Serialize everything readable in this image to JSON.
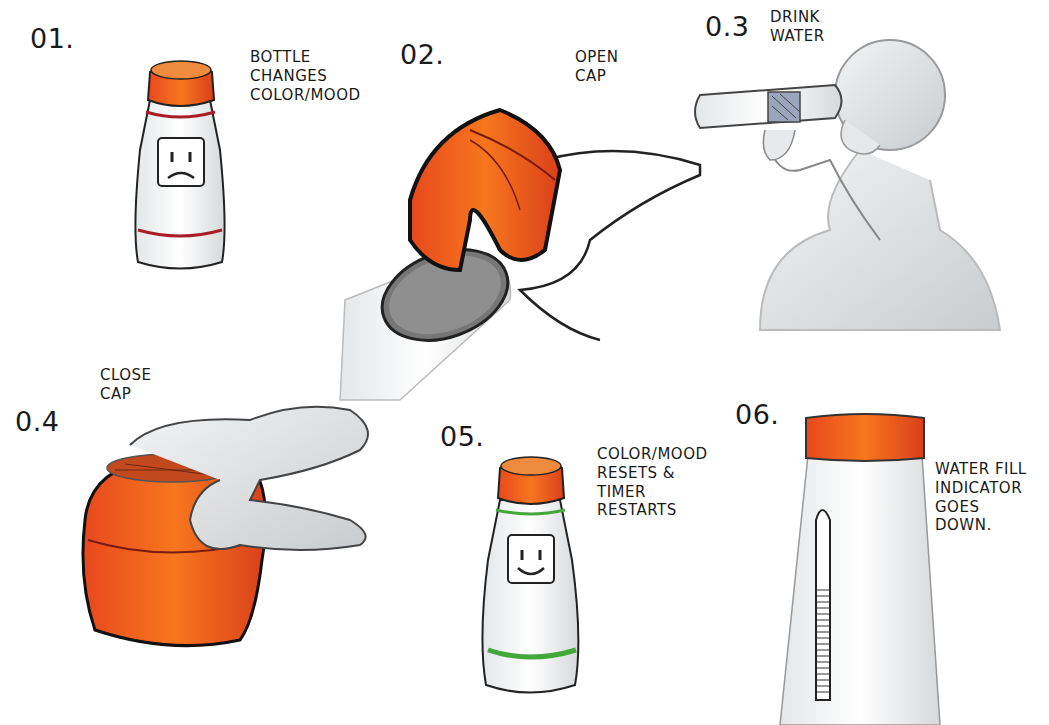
{
  "diagram": {
    "labels": [
      "01.",
      "BOTTLE CHANGES COLOR/MOOD",
      "02.",
      "OPEN CAP",
      "0.3",
      "DRINK WATER",
      "CLOSE CAP",
      "0.4",
      "05.",
      "COLOR/MOOD RESETS & TIMER RESTARTS",
      "06.",
      "WATER FILL INDICATOR GOES DOWN."
    ]
  }
}
